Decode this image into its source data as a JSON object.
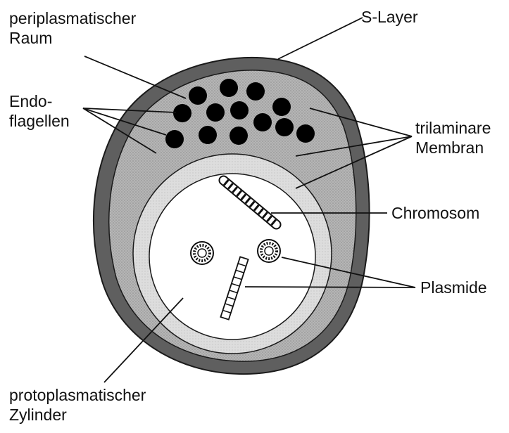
{
  "labels": {
    "periplasmic": [
      "periplasmatischer",
      "Raum"
    ],
    "s_layer": "S-Layer",
    "endoflagella": [
      "Endo-",
      "flagellen"
    ],
    "trilaminar": [
      "trilaminare",
      "Membran"
    ],
    "chromosome": "Chromosom",
    "plasmids": "Plasmide",
    "protoplasmic": [
      "protoplasmatischer",
      "Zylinder"
    ]
  },
  "colors": {
    "s_layer": "#5f5f5f",
    "periplasm": "#b7b7b7",
    "membrane": "#dadada",
    "cytoplasm": "#ffffff",
    "outline": "#1a1a1a"
  }
}
